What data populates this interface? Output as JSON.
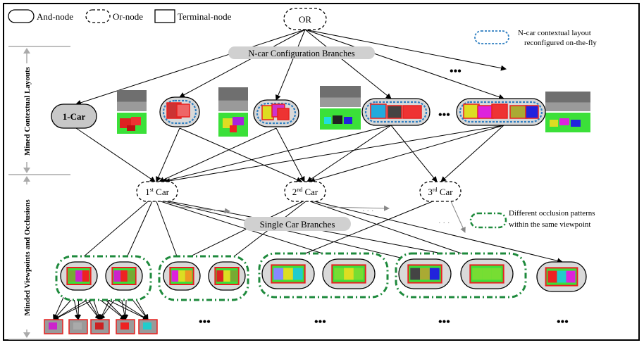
{
  "legend": {
    "and_node": "And-node",
    "or_node": "Or-node",
    "terminal_node": "Terminal-node",
    "contextual_layout": [
      "N-car contextual layout",
      "reconfigured on-the-fly"
    ],
    "occlusion": [
      "Different occlusion patterns",
      "within the same viewpoint"
    ]
  },
  "side_labels": {
    "top": "Mined Contextual Layouts",
    "bottom": "Minded Viewpoints and Occlusions"
  },
  "nodes": {
    "root": "OR",
    "one_car": "1-Car",
    "first_car_num": "1",
    "first_car_sup": "st",
    "second_car_num": "2",
    "second_car_sup": "nd",
    "third_car_num": "3",
    "third_car_sup": "rd",
    "car_word": "Car"
  },
  "branches": {
    "config": "N-car Configuration Branches",
    "single": "Single Car Branches"
  },
  "ellipsis": "•••",
  "small_ellipsis": "· · ·",
  "colors": {
    "and_fill": "#d9d9d9",
    "terminal_red": "#e8211f",
    "green_ground": "#3be039",
    "occlusion_green": "#1e8a3c",
    "layout_blue": "#2f7fc1"
  }
}
